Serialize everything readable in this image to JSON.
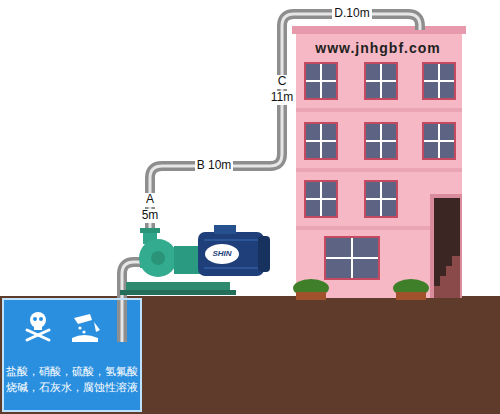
{
  "diagram": {
    "nodes": [
      {
        "text": [
          "盐酸，硝酸，硫酸，氢氟酸 烧碱，石灰水，腐蚀性溶液"
        ]
      }
    ],
    "labels": [
      "www.jnhgbf.com",
      "A",
      "5m",
      "B 10m",
      "C",
      "11m",
      "D.10m",
      "SHIN"
    ]
  }
}
